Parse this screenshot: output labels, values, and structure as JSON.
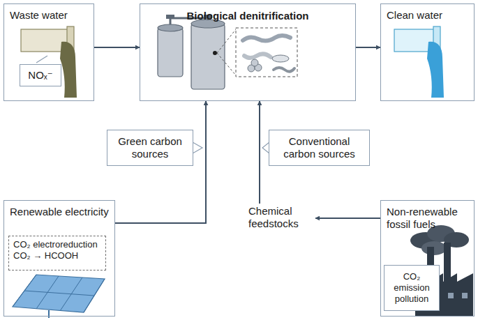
{
  "diagram": {
    "nodes": [
      {
        "text": [
          "Waste water"
        ]
      },
      {
        "text": [
          "NOₓ⁻"
        ],
        "in": 0
      },
      {
        "text": [
          "Biological denitrification"
        ]
      },
      {
        "text": [
          "Clean water"
        ]
      },
      {
        "text": [
          "Green carbon sources"
        ]
      },
      {
        "text": [
          "Conventional carbon sources"
        ]
      },
      {
        "text": [
          "Renewable electricity"
        ]
      },
      {
        "text": [
          "CO₂ electroreduction",
          "CO₂ → HCOOH"
        ],
        "in": 6
      },
      {
        "text": [
          "Chemical feedstocks"
        ]
      },
      {
        "text": [
          "Non-renewable fossil fuels"
        ]
      },
      {
        "text": [
          "CO₂ emission pollution"
        ],
        "in": 9
      }
    ],
    "edges": [
      {
        "from": 0,
        "to": 2,
        "arrow": "to"
      },
      {
        "from": 2,
        "to": 3,
        "arrow": "to"
      },
      {
        "from": 6,
        "to": 2,
        "arrow": "to"
      },
      {
        "from": 8,
        "to": 2,
        "arrow": "to"
      },
      {
        "from": 9,
        "to": 8,
        "arrow": "to"
      }
    ]
  }
}
